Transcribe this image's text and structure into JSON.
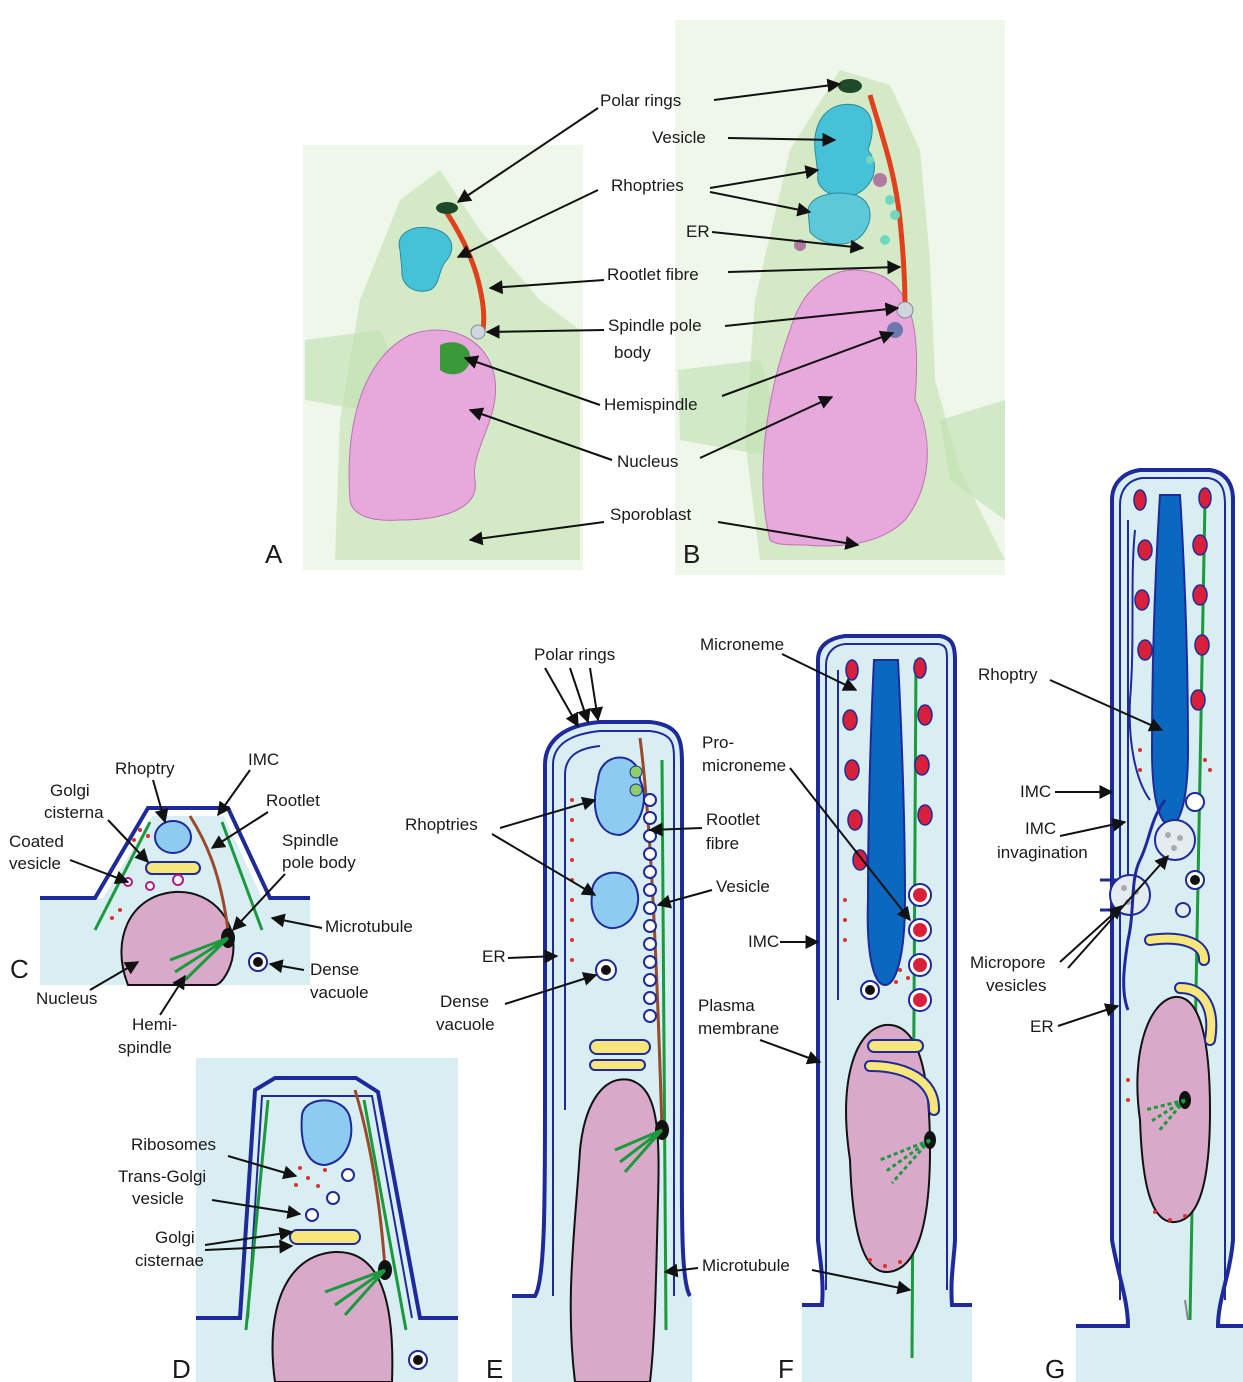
{
  "panels": {
    "a": "A",
    "b": "B",
    "c": "C",
    "d": "D",
    "e": "E",
    "f": "F",
    "g": "G"
  },
  "ab_labels": {
    "polar_rings": "Polar rings",
    "vesicle": "Vesicle",
    "rhoptries": "Rhoptries",
    "er": "ER",
    "rootlet_fibre": "Rootlet fibre",
    "spindle_pole_1": "Spindle pole",
    "spindle_pole_2": "body",
    "hemispindle": "Hemispindle",
    "nucleus": "Nucleus",
    "sporoblast": "Sporoblast"
  },
  "c_labels": {
    "rhoptry": "Rhoptry",
    "imc": "IMC",
    "golgi_1": "Golgi",
    "golgi_2": "cisterna",
    "rootlet": "Rootlet",
    "coated_1": "Coated",
    "coated_2": "vesicle",
    "spb_1": "Spindle",
    "spb_2": "pole body",
    "microtubule": "Microtubule",
    "dense_1": "Dense",
    "dense_2": "vacuole",
    "nucleus": "Nucleus",
    "hemi_1": "Hemi-",
    "hemi_2": "spindle"
  },
  "d_labels": {
    "ribosomes": "Ribosomes",
    "trans_1": "Trans-Golgi",
    "trans_2": "vesicle",
    "golgi_1": "Golgi",
    "golgi_2": "cisternae"
  },
  "e_labels": {
    "polar_rings": "Polar rings",
    "rhoptries": "Rhoptries",
    "rootlet_1": "Rootlet",
    "rootlet_2": "fibre",
    "vesicle": "Vesicle",
    "er": "ER",
    "dense_1": "Dense",
    "dense_2": "vacuole"
  },
  "f_labels": {
    "microneme": "Microneme",
    "promic_1": "Pro-",
    "promic_2": "microneme",
    "imc": "IMC",
    "plasma_1": "Plasma",
    "plasma_2": "membrane",
    "microtubule": "Microtubule"
  },
  "g_labels": {
    "rhoptry": "Rhoptry",
    "imc": "IMC",
    "imc_inv_1": "IMC",
    "imc_inv_2": "invagination",
    "micropore_1": "Micropore",
    "micropore_2": "vesicles",
    "er": "ER"
  },
  "colors": {
    "cytoplasm": "#d8eef3",
    "membrane": "#1f2a9a",
    "imc_green": "#1a9a3c",
    "rootlet": "#9a4a2a",
    "nucleus": "#d9a9c9",
    "rhoptry_light": "#8ecbf0",
    "rhoptry_dark": "#0a68c0",
    "golgi": "#f7e77a",
    "microneme": "#d8203a",
    "ribosome": "#e0302a",
    "render_green": "#cfe8c0",
    "render_pink": "#e98fd6",
    "render_cyan": "#46c2d8",
    "render_orange": "#e0401a"
  }
}
